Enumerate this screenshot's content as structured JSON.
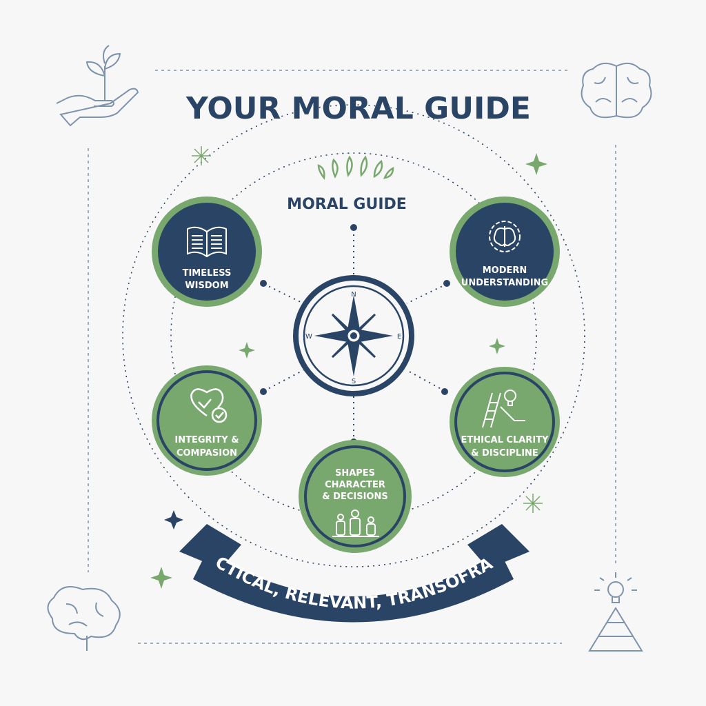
{
  "title": "YOUR MORAL GUIDE",
  "subtitle": "MORAL GUIDE",
  "center": {
    "icon": "compass-icon",
    "directions": {
      "n": "N",
      "e": "E",
      "s": "S",
      "w": "W"
    }
  },
  "nodes": [
    {
      "icon": "open-book-icon",
      "line1": "TIMELESS",
      "line2": "WISDOM"
    },
    {
      "icon": "brain-gear-icon",
      "line1": "MODERN",
      "line2": "UNDERSTANDING"
    },
    {
      "icon": "heart-check-icon",
      "line1": "INTEGRITY &",
      "line2": "COMPASION"
    },
    {
      "icon": "ladder-lightbulb-icon",
      "line1": "ETHICAL CLARITY",
      "line2": "& DISCIPLINE"
    },
    {
      "icon": "people-icon",
      "line1": "SHAPES",
      "line2": "CHARACTER",
      "line3": "& DECISIONS"
    }
  ],
  "banner": "PRACTICAL, RELEVANT, TRANSOFRATIVE",
  "corner_icons": [
    "hand-plant-icon",
    "brain-icon",
    "brain-icon",
    "lightbulb-pyramid-icon"
  ],
  "colors": {
    "navy": "#2a4466",
    "green": "#78a86e",
    "background": "#f7f7f7"
  }
}
